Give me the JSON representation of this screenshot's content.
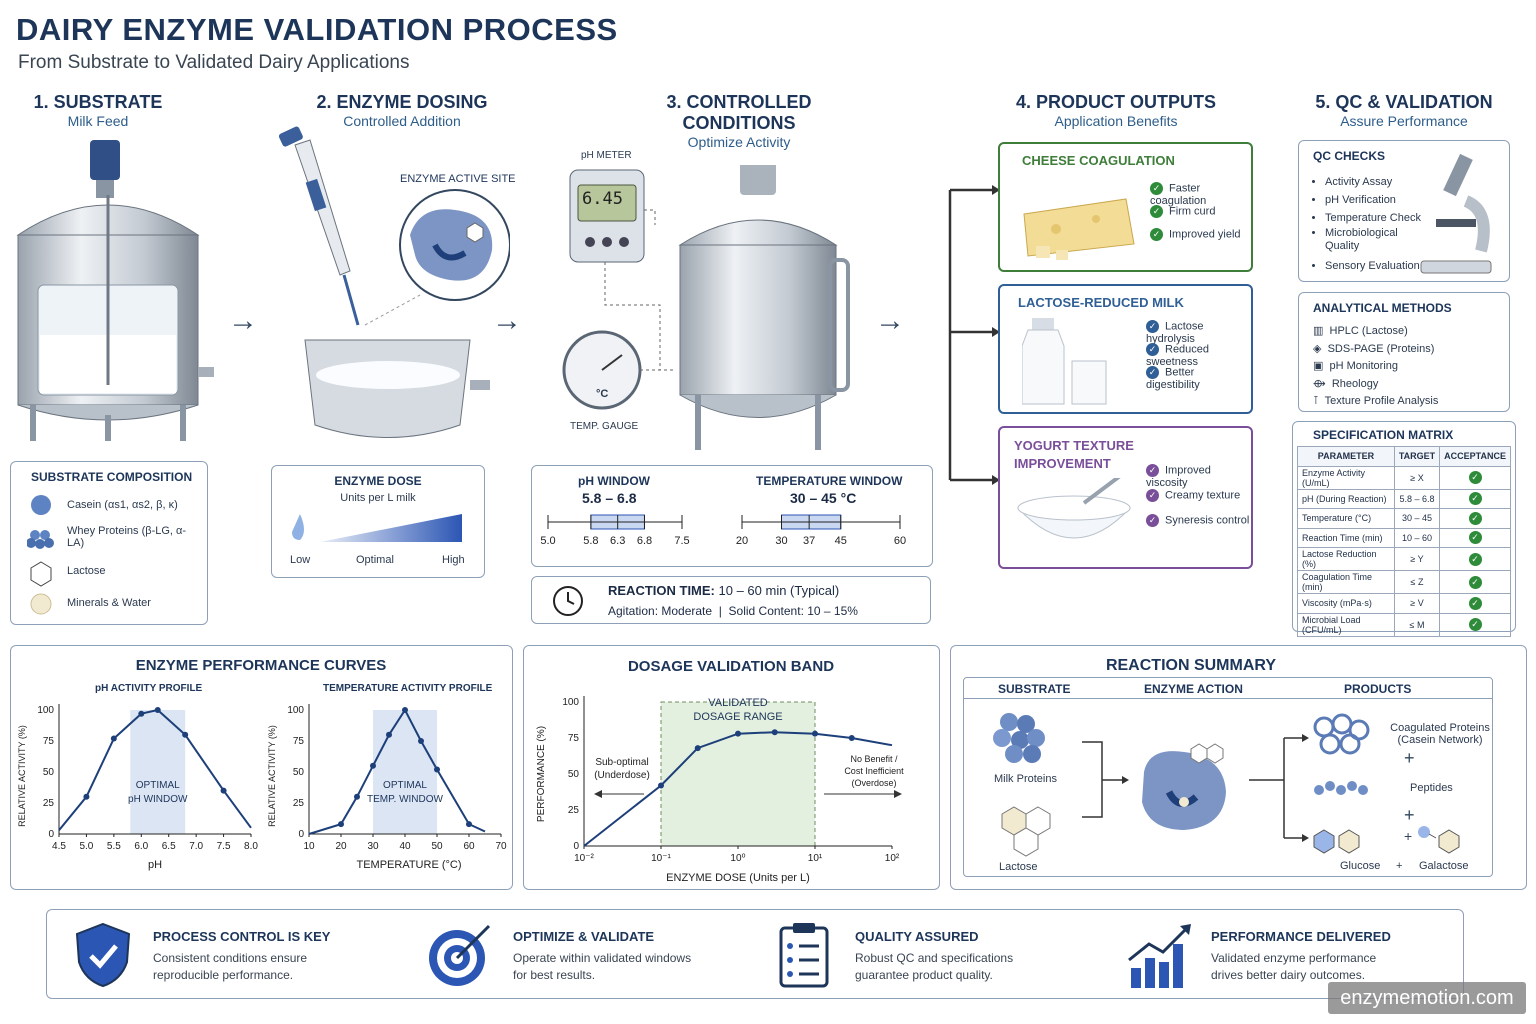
{
  "header": {
    "title": "DAIRY ENZYME VALIDATION PROCESS",
    "subtitle": "From Substrate to Validated Dairy Applications"
  },
  "steps": [
    {
      "title": "1. SUBSTRATE",
      "subtitle": "Milk Feed"
    },
    {
      "title": "2. ENZYME DOSING",
      "subtitle": "Controlled Addition"
    },
    {
      "title": "3. CONTROLLED CONDITIONS",
      "subtitle": "Optimize Activity"
    },
    {
      "title": "4. PRODUCT OUTPUTS",
      "subtitle": "Application Benefits"
    },
    {
      "title": "5. QC & VALIDATION",
      "subtitle": "Assure Performance"
    }
  ],
  "substrate": {
    "title": "SUBSTRATE COMPOSITION",
    "items": [
      "Casein (αs1, αs2, β, κ)",
      "Whey Proteins (β-LG, α-LA)",
      "Lactose",
      "Minerals & Water"
    ]
  },
  "dosing": {
    "active_site": "ENZYME ACTIVE SITE",
    "dose_title": "ENZYME DOSE",
    "dose_sub": "Units per L milk",
    "low": "Low",
    "optimal": "Optimal",
    "high": "High"
  },
  "conditions": {
    "ph_meter": "pH METER",
    "ph_reading": "6.45",
    "temp_gauge": "TEMP. GAUGE",
    "gauge_unit": "°C",
    "ph_window_title": "pH WINDOW",
    "ph_window": "5.8 – 6.8",
    "ph_ticks": [
      "5.0",
      "5.8",
      "6.3",
      "6.8",
      "7.5"
    ],
    "temp_window_title": "TEMPERATURE WINDOW",
    "temp_window": "30 – 45 °C",
    "temp_ticks": [
      "20",
      "30",
      "37",
      "45",
      "60"
    ],
    "reaction_label": "REACTION TIME:",
    "reaction_value": "10 – 60 min (Typical)",
    "agitation": "Agitation: Moderate",
    "solid": "Solid Content: 10 – 15%"
  },
  "outputs": [
    {
      "title": "CHEESE COAGULATION",
      "benefits": [
        "Faster coagulation",
        "Firm curd",
        "Improved yield"
      ],
      "color": "#3f7d3a"
    },
    {
      "title": "LACTOSE-REDUCED MILK",
      "benefits": [
        "Lactose hydrolysis",
        "Reduced sweetness",
        "Better digestibility"
      ],
      "color": "#2f5f96"
    },
    {
      "title": "YOGURT TEXTURE IMPROVEMENT",
      "benefits": [
        "Improved viscosity",
        "Creamy texture",
        "Syneresis control"
      ],
      "color": "#7a4f9a"
    }
  ],
  "qc": {
    "title": "QC CHECKS",
    "items": [
      "Activity Assay",
      "pH Verification",
      "Temperature Check",
      "Microbiological Quality",
      "Sensory Evaluation"
    ],
    "methods_title": "ANALYTICAL METHODS",
    "methods": [
      "HPLC (Lactose)",
      "SDS-PAGE (Proteins)",
      "pH Monitoring",
      "Rheology",
      "Texture Profile Analysis"
    ],
    "matrix_title": "SPECIFICATION MATRIX",
    "matrix_headers": [
      "PARAMETER",
      "TARGET",
      "ACCEPTANCE"
    ],
    "matrix_rows": [
      [
        "Enzyme Activity (U/mL)",
        "≥ X"
      ],
      [
        "pH (During Reaction)",
        "5.8 – 6.8"
      ],
      [
        "Temperature (°C)",
        "30 – 45"
      ],
      [
        "Reaction Time (min)",
        "10 – 60"
      ],
      [
        "Lactose Reduction (%)",
        "≥ Y"
      ],
      [
        "Coagulation Time (min)",
        "≤ Z"
      ],
      [
        "Viscosity (mPa·s)",
        "≥ V"
      ],
      [
        "Microbial Load (CFU/mL)",
        "≤ M"
      ]
    ]
  },
  "curves": {
    "title": "ENZYME PERFORMANCE CURVES",
    "ph_title": "pH ACTIVITY PROFILE",
    "temp_title": "TEMPERATURE ACTIVITY PROFILE",
    "ylabel": "RELATIVE ACTIVITY (%)",
    "ph_xlabel": "pH",
    "temp_xlabel": "TEMPERATURE (°C)",
    "ph_band": "OPTIMAL pH WINDOW",
    "temp_band": "OPTIMAL TEMP. WINDOW"
  },
  "dosage": {
    "title": "DOSAGE VALIDATION BAND",
    "band": "VALIDATED DOSAGE RANGE",
    "under": "Sub-optimal (Underdose)",
    "over": "No Benefit / Cost Inefficient (Overdose)",
    "ylabel": "PERFORMANCE (%)",
    "xlabel": "ENZYME DOSE (Units per L)"
  },
  "summary": {
    "title": "REACTION SUMMARY",
    "col1": "SUBSTRATE",
    "col2": "ENZYME ACTION",
    "col3": "PRODUCTS",
    "milk": "Milk Proteins",
    "lactose": "Lactose",
    "coag": "Coagulated Proteins (Casein Network)",
    "peptides": "Peptides",
    "glucose": "Glucose",
    "plus": "+",
    "galactose": "Galactose"
  },
  "footer": [
    {
      "title": "PROCESS CONTROL IS KEY",
      "text": "Consistent conditions ensure reproducible performance."
    },
    {
      "title": "OPTIMIZE & VALIDATE",
      "text": "Operate within validated windows for best results."
    },
    {
      "title": "QUALITY ASSURED",
      "text": "Robust QC and specifications guarantee product quality."
    },
    {
      "title": "PERFORMANCE DELIVERED",
      "text": "Validated enzyme performance drives better dairy outcomes."
    }
  ],
  "watermark": "enzymemotion.com",
  "chart_data": [
    {
      "type": "line",
      "title": "pH ACTIVITY PROFILE",
      "xlabel": "pH",
      "ylabel": "RELATIVE ACTIVITY (%)",
      "x": [
        4.5,
        5.0,
        5.5,
        6.0,
        6.3,
        6.8,
        7.5,
        8.0
      ],
      "values": [
        3,
        30,
        77,
        97,
        100,
        80,
        35,
        5
      ],
      "xlim": [
        4.5,
        8.0
      ],
      "ylim": [
        0,
        100
      ],
      "xticks": [
        "4.5",
        "5.0",
        "5.5",
        "6.0",
        "6.5",
        "7.0",
        "7.5",
        "8.0"
      ],
      "yticks": [
        "0",
        "25",
        "50",
        "75",
        "100"
      ],
      "band": [
        5.8,
        6.8
      ]
    },
    {
      "type": "line",
      "title": "TEMPERATURE ACTIVITY PROFILE",
      "xlabel": "TEMPERATURE (°C)",
      "ylabel": "RELATIVE ACTIVITY (%)",
      "x": [
        10,
        20,
        25,
        30,
        35,
        40,
        45,
        50,
        60,
        65
      ],
      "values": [
        0,
        8,
        30,
        55,
        80,
        100,
        75,
        52,
        8,
        2
      ],
      "xlim": [
        10,
        70
      ],
      "ylim": [
        0,
        100
      ],
      "xticks": [
        "10",
        "20",
        "30",
        "40",
        "50",
        "60",
        "70"
      ],
      "yticks": [
        "0",
        "25",
        "50",
        "75",
        "100"
      ],
      "band": [
        30,
        50
      ]
    },
    {
      "type": "line",
      "title": "DOSAGE VALIDATION BAND",
      "xlabel": "ENZYME DOSE (Units per L)",
      "ylabel": "PERFORMANCE (%)",
      "x": [
        0.01,
        0.1,
        0.3,
        1,
        3,
        10,
        30,
        100
      ],
      "values": [
        0,
        42,
        68,
        78,
        79,
        78,
        75,
        70
      ],
      "log_x": true,
      "xlim": [
        0.01,
        100
      ],
      "ylim": [
        0,
        100
      ],
      "xticks": [
        "10⁻²",
        "10⁻¹",
        "10⁰",
        "10¹",
        "10²"
      ],
      "yticks": [
        "0",
        "25",
        "50",
        "75",
        "100"
      ],
      "band": [
        0.1,
        10
      ]
    }
  ]
}
